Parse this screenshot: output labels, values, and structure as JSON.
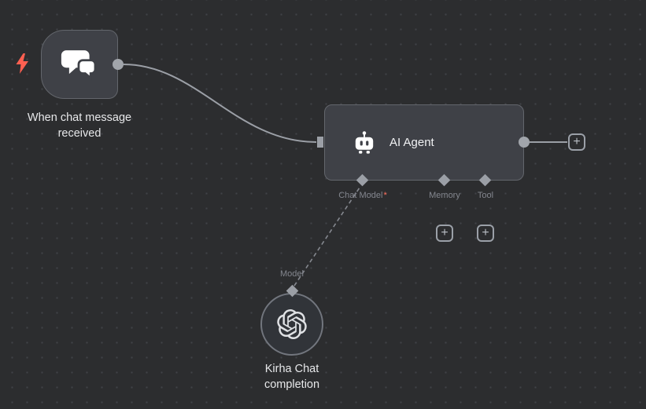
{
  "canvas": {
    "background": "#2c2d2f",
    "dot_color": "#404247"
  },
  "colors": {
    "connection": "#9b9fa6",
    "required": "#ff6d5a",
    "bolt": "#ff6051",
    "node_bg": "#3f4147"
  },
  "trigger_node": {
    "label": "When chat message received"
  },
  "agent_node": {
    "label": "AI Agent",
    "ports": [
      {
        "label": "Chat Model",
        "required_marker": "*"
      },
      {
        "label": "Memory",
        "required_marker": ""
      },
      {
        "label": "Tool",
        "required_marker": ""
      }
    ]
  },
  "model_node": {
    "port_label": "Model",
    "label": "Kirha Chat completion"
  },
  "ui": {
    "plus_label": "+"
  }
}
